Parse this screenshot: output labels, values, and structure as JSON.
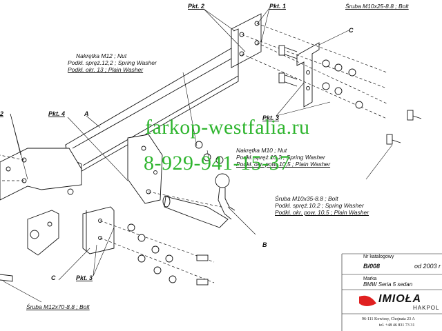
{
  "labels": {
    "pkt2_top": "Pkt. 2",
    "pkt1": "Pkt. 1",
    "sruba_m10x25": "Śruba M10x25-8.8 ;  Bolt",
    "c_top": "C",
    "nakretka_m12": "Nakrętka  M12 ; Nut",
    "podkl_sprez_122": "Podkł. spręż.12,2 ; Spring Washer",
    "podkl_okr_13": "Podkł. okr. 13 ; Plain Washer",
    "pkt2_left": "2",
    "pkt4": "Pkt. 4",
    "a": "A",
    "pkt3_right": "Pkt. 3",
    "nakretka_m10": "Nakrętka  M10 ; Nut",
    "podkl_sprez_102": "Podkł. spręż.10,2 ; Spring Washer",
    "podkl_okr_105": "Podkł. okr. pow. 10,5 ; Plain Washer",
    "sruba_m10x35": "Śruba M10x35-8.8 ;  Bolt",
    "podkl_sprez_102b": "Podkł. spręż.10,2 ; Spring Washer",
    "podkl_okr_105b": "Podkł. okr. pow. 10,5 ; Plain Washer",
    "b": "B",
    "c_bottom": "C",
    "pkt3_bottom": "Pkt. 3",
    "sruba_m12x70": "Śruba M12x70-8.8 ;  Bolt"
  },
  "watermark": {
    "line1": "farkop-westfalia.ru",
    "line2": "8-929-941-15-37"
  },
  "title_block": {
    "catalog_label": "Nr katalogowy",
    "catalog_value": "B/008",
    "date_value": "od  2003 r",
    "make_label": "Marka",
    "make_value": "BMW Seria 5 sedan",
    "logo": "IMIOŁA",
    "logo_sub": "HAKPOL",
    "address": "96-111 Kowiesy, Chojnata 23 A",
    "phone": "tel. +48 46 831 73 31"
  },
  "colors": {
    "watermark": "#2fb52f",
    "logo_red": "#e02020"
  }
}
